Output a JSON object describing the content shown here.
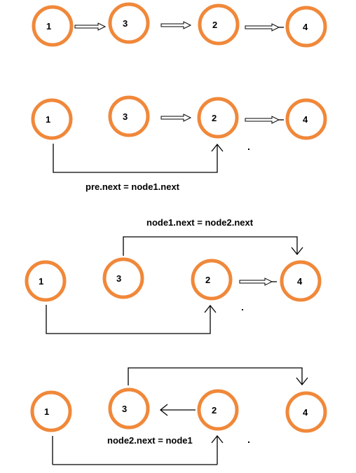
{
  "colors": {
    "node_stroke": "#f0883a",
    "line": "#000000",
    "background": "#ffffff"
  },
  "panels": [
    {
      "nodes": [
        "1",
        "3",
        "2",
        "4"
      ],
      "caption": ""
    },
    {
      "nodes": [
        "1",
        "3",
        "2",
        "4"
      ],
      "caption": "pre.next = node1.next"
    },
    {
      "nodes": [
        "1",
        "3",
        "2",
        "4"
      ],
      "caption": "node1.next = node2.next"
    },
    {
      "nodes": [
        "1",
        "3",
        "2",
        "4"
      ],
      "caption": "node2.next = node1"
    }
  ]
}
